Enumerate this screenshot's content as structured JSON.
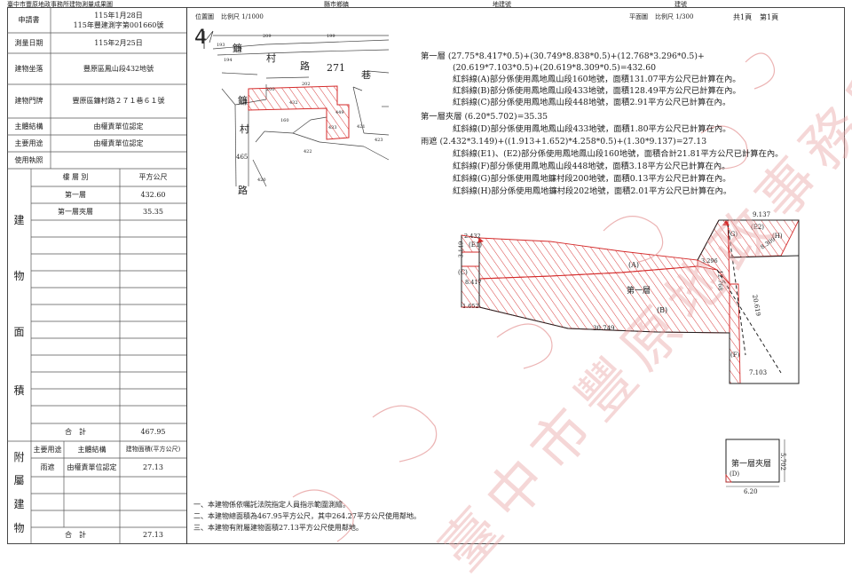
{
  "header": {
    "left_title": "臺中市豐原地政事務所建物測量成果圖",
    "mid_label": "縣市鄉鎮",
    "mid2_label": "地建號",
    "right_fragment": "建號",
    "total_pages": "共1頁",
    "page_number": "第1頁"
  },
  "table": {
    "application_label": "申請書",
    "application_value_line1": "115年1月28日",
    "application_value_line2": "115年豐建測字第001660號",
    "survey_date_label": "測量日期",
    "survey_date_value": "115年2月25日",
    "location_label": "建物坐落",
    "location_value": "豐原區鳳山段432地號",
    "door_label": "建物門牌",
    "door_value": "豐原區鐮村路２７１巷６１號",
    "structure_label": "主體結構",
    "structure_value": "由權責單位認定",
    "use_label": "主要用途",
    "use_value": "由權責單位認定",
    "license_label": "使用執照",
    "license_value": "",
    "area_col_floor": "樓 層 別",
    "area_col_unit": "平方公尺",
    "area_section_chars": [
      "建",
      "物",
      "面",
      "積"
    ],
    "area_rows": [
      {
        "floor": "第一層",
        "value": "432.60"
      },
      {
        "floor": "第一層夾層",
        "value": "35.35"
      }
    ],
    "area_total_label": "合　計",
    "area_total_value": "467.95",
    "annex_section_chars": [
      "附",
      "屬",
      "建",
      "物"
    ],
    "annex_col_use": "主要用途",
    "annex_col_struct": "主體結構",
    "annex_col_area": "建物面積(平方公尺)",
    "annex_rows": [
      {
        "use": "雨遮",
        "struct": "由權責單位認定",
        "area": "27.13"
      }
    ],
    "annex_total_label": "合　計",
    "annex_total_value": "27.13"
  },
  "location_map": {
    "title": "位置圖",
    "scale": "比例尺 1/1000",
    "north_mark": "4",
    "road_chars": [
      "鐮",
      "村",
      "路"
    ],
    "lane_number": "271",
    "lane_char": "巷",
    "side_road_chars": [
      "鐮",
      "村",
      "路"
    ],
    "side_number": "465",
    "parcel_numbers": [
      "193",
      "194",
      "209",
      "199",
      "200",
      "202",
      "432",
      "433",
      "449",
      "423",
      "160",
      "422",
      "421",
      "420"
    ]
  },
  "plan": {
    "title": "平面圖",
    "scale": "比例尺 1/300",
    "calc_lines": [
      "第一層 (27.75*8.417*0.5)+(30.749*8.838*0.5)+(12.768*3.296*0.5)+",
      "(20.619*7.103*0.5)+(20.619*8.309*0.5)=432.60",
      "紅斜線(A)部分係使用鳳地鳳山段160地號，面積131.07平方公尺已計算在內。",
      "紅斜線(B)部分係使用鳳地鳳山段433地號，面積128.49平方公尺已計算在內。",
      "紅斜線(C)部分係使用鳳地鳳山段448地號，面積2.91平方公尺已計算在內。",
      "第一層夾層 (6.20*5.702)=35.35",
      "紅斜線(D)部分係使用鳳地鳳山段433地號，面積1.80平方公尺已計算在內。",
      "雨遮 (2.432*3.149)+((1.913+1.652)*4.258*0.5)+(1.30*9.137)=27.13",
      "紅斜線(E1)、(E2)部分係使用鳳地鳳山段160地號，面積合計21.81平方公尺已計算在內。",
      "紅斜線(F)部分係使用鳳地鳳山段448地號，面積3.18平方公尺已計算在內。",
      "紅斜線(G)部分係使用鳳地鐮村段200地號，面積0.13平方公尺已計算在內。",
      "紅斜線(H)部分係使用鳳地鐮村段202地號，面積2.01平方公尺已計算在內。"
    ],
    "dims": {
      "top_right": "9.137",
      "top_left": "2.432",
      "left_mid": "1.652",
      "bottom": "30.749",
      "diag": "20.619",
      "right_bottom": "7.103",
      "right_mid": "8.309",
      "mid_a": "3.296",
      "mid_b": "12.768",
      "left_a": "3.149",
      "left_b": "8.417",
      "floor_label": "第一層",
      "label_a": "(A)",
      "label_b": "(B)",
      "label_e1": "(E1)",
      "label_e2": "(E2)",
      "label_c": "(C)",
      "label_d": "(D)",
      "label_f": "(F)",
      "label_g": "(G)",
      "label_h": "(H)",
      "mezz_label": "第一層夾層",
      "mezz_w": "6.20",
      "mezz_h": "5.702"
    }
  },
  "notes": [
    "一、本建物係依囑託法院指定人員指示範圍測繪。",
    "二、本建物總面積為467.95平方公尺，其中264.27平方公尺使用鄰地。",
    "三、本建物有附屬建物面積27.13平方公尺使用鄰地。"
  ],
  "watermark": "臺中市豐原地政事務所",
  "colors": {
    "red_line": "#d42a2a",
    "frame": "#333333",
    "watermark": "#e9a7a7"
  }
}
